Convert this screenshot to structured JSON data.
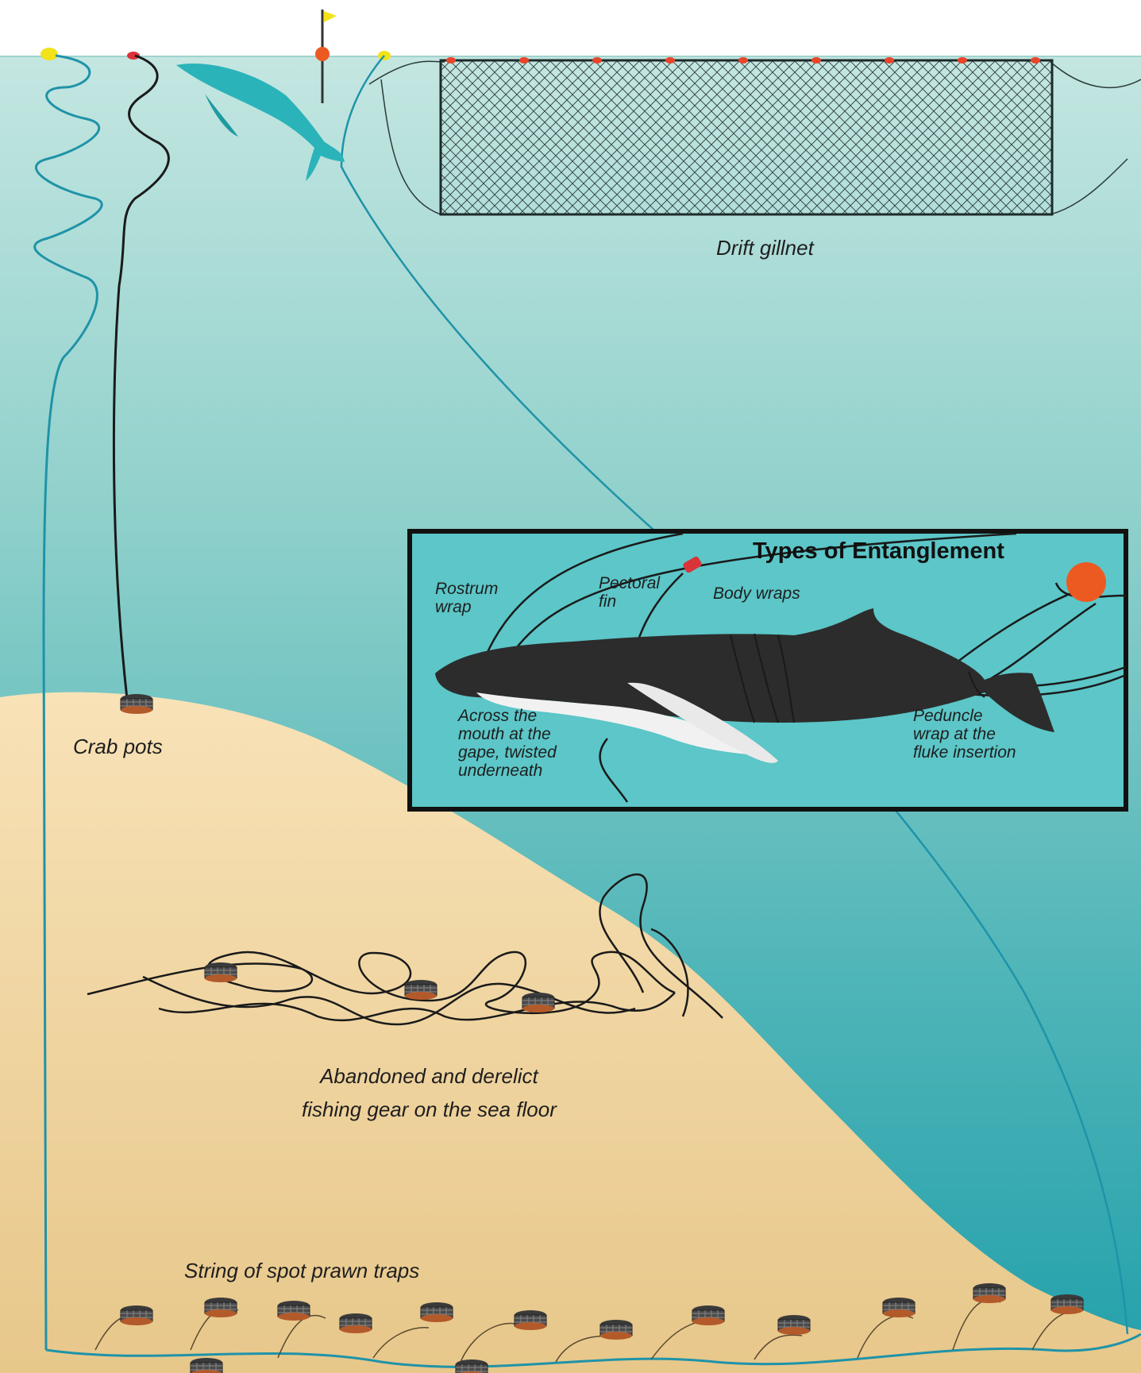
{
  "labels": {
    "drift_gillnet": "Drift gillnet",
    "crab_pots": "Crab pots",
    "abandoned_gear": "Abandoned and derelict\nfishing gear on the sea floor",
    "prawn_traps": "String of spot prawn traps"
  },
  "inset": {
    "title": "Types of Entanglement",
    "rostrum_wrap": "Rostrum\nwrap",
    "pectoral_fin": "Pectoral\nfin",
    "body_wraps": "Body wraps",
    "mouth_gape": "Across the\nmouth at the\ngape, twisted\nunderneath",
    "peduncle_wrap": "Peduncle\nwrap at the\nfluke insertion"
  },
  "colors": {
    "sky": "#ffffff",
    "water_top": "#bfe3df",
    "water_bottom": "#2aa3ae",
    "sand_top": "#f7e0b4",
    "sand_bottom": "#e8c98c",
    "rope_blue": "#1f93a8",
    "rope_black": "#1a1a1a",
    "buoy_yellow": "#f2e21a",
    "buoy_orange": "#ec5a22",
    "inset_bg": "#5cc6c8",
    "whale_dark": "#2c2c2c",
    "whale_teal": "#2bb3ba"
  }
}
